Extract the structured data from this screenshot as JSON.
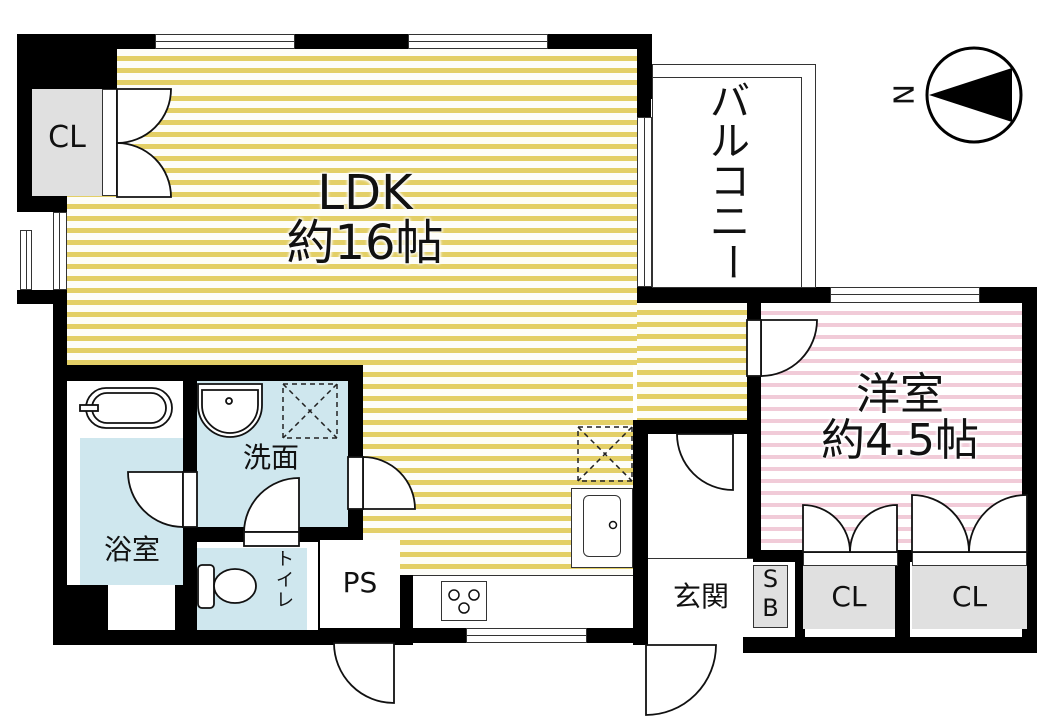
{
  "floorplan": {
    "rooms": {
      "ldk": {
        "name": "LDK",
        "size": "約16帖"
      },
      "yoshitsu": {
        "name": "洋室",
        "size": "約4.5帖"
      },
      "balcony": {
        "name": "バルコニー",
        "chars": [
          "バ",
          "ル",
          "コ",
          "ニ",
          "ー"
        ]
      },
      "bath": {
        "name": "浴室"
      },
      "washroom": {
        "name": "洗面"
      },
      "toilet": {
        "name": "トイレ",
        "chars": [
          "ト",
          "イ",
          "レ"
        ]
      },
      "ps": {
        "name": "PS"
      },
      "entrance": {
        "name": "玄関"
      },
      "shoebox": {
        "name": "SB",
        "chars": [
          "S",
          "B"
        ]
      },
      "closet_ldk": {
        "name": "CL"
      },
      "closet_1": {
        "name": "CL"
      },
      "closet_2": {
        "name": "CL"
      }
    },
    "compass": {
      "label": "N"
    },
    "colors": {
      "ldk_stripe": "#e3cf66",
      "yoshitsu_stripe": "#f1cbd8",
      "wet_area": "#cfe7ee",
      "closet": "#e0e0e0",
      "wall": "#000000"
    }
  }
}
